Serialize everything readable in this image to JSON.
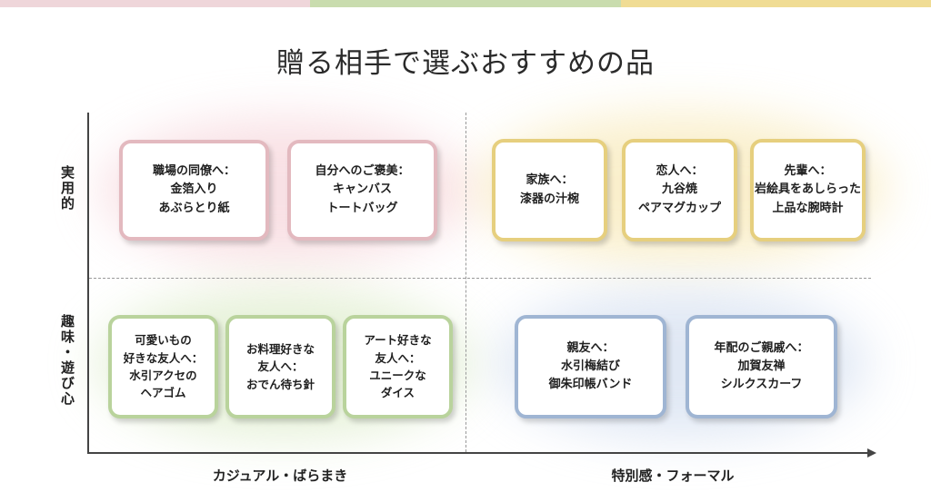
{
  "title": "贈る相手で選ぶおすすめの品",
  "colors": {
    "pink": "#e3b9bf",
    "green": "#b9d39c",
    "yellow": "#e6cf7e",
    "blue": "#9fb5d3"
  },
  "axes": {
    "y_top": "実用的",
    "y_bottom": "趣味・遊び心",
    "x_left": "カジュアル・ばらまき",
    "x_right": "特別感・フォーマル"
  },
  "quadrants": {
    "practical_casual": [
      {
        "lines": [
          "職場の同僚へ：",
          "金箔入り",
          "あぶらとり紙"
        ]
      },
      {
        "lines": [
          "自分へのご褒美：",
          "キャンバス",
          "トートバッグ"
        ]
      }
    ],
    "practical_formal": [
      {
        "lines": [
          "家族へ：",
          "漆器の汁椀"
        ]
      },
      {
        "lines": [
          "恋人へ：",
          "九谷焼",
          "ペアマグカップ"
        ]
      },
      {
        "lines": [
          "先輩へ：",
          "岩絵具をあしらった",
          "上品な腕時計"
        ]
      }
    ],
    "playful_casual": [
      {
        "lines": [
          "可愛いもの",
          "好きな友人へ：",
          "水引アクセの",
          "ヘアゴム"
        ]
      },
      {
        "lines": [
          "お料理好きな",
          "友人へ：",
          "おでん待ち針"
        ]
      },
      {
        "lines": [
          "アート好きな",
          "友人へ：",
          "ユニークな",
          "ダイス"
        ]
      }
    ],
    "playful_formal": [
      {
        "lines": [
          "親友へ：",
          "水引梅結び",
          "御朱印帳バンド"
        ]
      },
      {
        "lines": [
          "年配のご親戚へ：",
          "加賀友禅",
          "シルクスカーフ"
        ]
      }
    ]
  }
}
